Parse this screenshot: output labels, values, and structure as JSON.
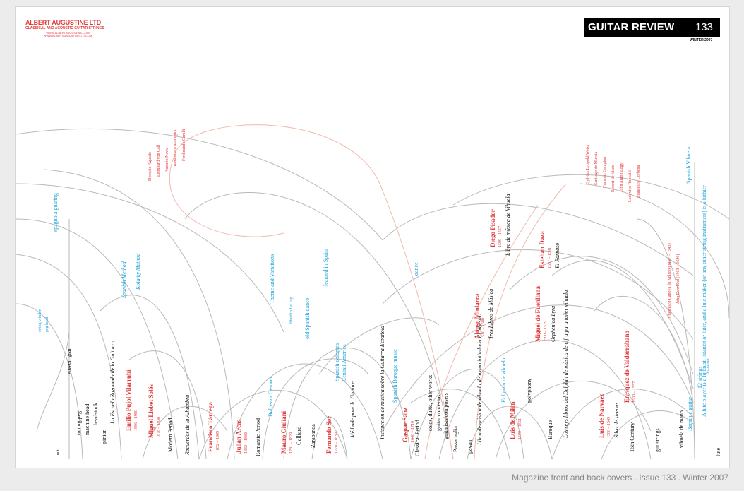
{
  "brand": {
    "name": "ALBERT AUGUSTINE LTD",
    "tagline": "CLASSICAL AND ACOUSTIC GUITAR STRINGS",
    "url1": "WWW.ALBERTAUGUSTINE.COM",
    "url2": "WWW.ALBERTAUGUSTINELTD.COM"
  },
  "masthead": {
    "title": "GUITAR REVIEW",
    "issue_number": "133",
    "date": "WINTER 2007"
  },
  "caption": "Magazine front and back covers . Issue 133 . Winter 2007",
  "labels_left": [
    {
      "text": "Ferdinando Carulli",
      "cls": "red sm"
    },
    {
      "text": "Wenceslaus Matiegka",
      "cls": "red sm"
    },
    {
      "text": "Antonio Nava",
      "cls": "red sm"
    },
    {
      "text": "Leonhard von Call",
      "cls": "red sm"
    },
    {
      "text": "Dionisio Aguado",
      "cls": "red sm"
    },
    {
      "text": "spagnola guaring",
      "cls": "blue md"
    },
    {
      "text": "Spanish Method",
      "cls": "blue md it"
    },
    {
      "text": "Kolatky Method",
      "cls": "blue md it"
    },
    {
      "text": "string winder",
      "cls": "blue sm"
    },
    {
      "text": "peg head",
      "cls": "blue sm"
    },
    {
      "text": "woven gear",
      "cls": "blk md"
    },
    {
      "text": "La Escuela Razonada de la Guitarra",
      "cls": "blk md it"
    },
    {
      "text": "Emilio Pujol Vilarrubí",
      "cls": "red lg"
    },
    {
      "text": "1886 – 1980",
      "cls": "red sm"
    },
    {
      "text": "Miguel Llobet Solés",
      "cls": "red lg"
    },
    {
      "text": "1878 – 1938",
      "cls": "red sm"
    },
    {
      "text": "Modern Period",
      "cls": "blk md"
    },
    {
      "text": "Recuerdos de la Alhambra",
      "cls": "blk md it"
    },
    {
      "text": "Francisco Tárrega",
      "cls": "red lg"
    },
    {
      "text": "1852 – 1909",
      "cls": "red sm"
    },
    {
      "text": "Julián Arcas",
      "cls": "red lg"
    },
    {
      "text": "1832 – 1882",
      "cls": "red sm"
    },
    {
      "text": "Romantic Period",
      "cls": "blk md"
    },
    {
      "text": "Theme and Variations",
      "cls": "blue md"
    },
    {
      "text": "Dolcezza Geuwer",
      "cls": "blue md"
    },
    {
      "text": "Mauro Giuliani",
      "cls": "red lg"
    },
    {
      "text": "1781 – 1829",
      "cls": "red sm"
    },
    {
      "text": "fitted to flat top",
      "cls": "blue sm"
    },
    {
      "text": "Galliard",
      "cls": "blk md"
    },
    {
      "text": "Zarabanda",
      "cls": "blk md"
    },
    {
      "text": "Fernando Sor",
      "cls": "red lg"
    },
    {
      "text": "1778 – 1839",
      "cls": "red sm"
    },
    {
      "text": "Méthode pour la Guitare",
      "cls": "blk md it"
    },
    {
      "text": "learned in Spain",
      "cls": "blue md"
    },
    {
      "text": "old Spanish dance",
      "cls": "blue md"
    },
    {
      "text": "Spanish colonies",
      "cls": "blue md"
    },
    {
      "text": "Central America",
      "cls": "blue md"
    },
    {
      "text": "machine head",
      "cls": "blk md"
    },
    {
      "text": "tuning peg",
      "cls": "blk md"
    },
    {
      "text": "headstock",
      "cls": "blk md"
    },
    {
      "text": "pinion",
      "cls": "blk md"
    },
    {
      "text": "nut",
      "cls": "blk sm"
    }
  ],
  "labels_right": [
    {
      "text": "Spanish Vihuela",
      "cls": "blue md"
    },
    {
      "text": "A lute player is a lutenist, lutanist or luter, and a lute maker (or any other string instrument) is a luthier",
      "cls": "blue md"
    },
    {
      "text": "Diego Pisador",
      "cls": "red lg"
    },
    {
      "text": "1509 – 1557",
      "cls": "red sm"
    },
    {
      "text": "Libro de música de Vihuela",
      "cls": "blk md it"
    },
    {
      "text": "Esteban Daza",
      "cls": "red lg"
    },
    {
      "text": "1537 – 1591",
      "cls": "red sm"
    },
    {
      "text": "El Parnaso",
      "cls": "blk md it"
    },
    {
      "text": "Libro de música de vihuela de mano intitulado El maestro",
      "cls": "blk md it"
    },
    {
      "text": "Alonso Mudarra",
      "cls": "red lg"
    },
    {
      "text": "1510 – 1580",
      "cls": "red sm"
    },
    {
      "text": "Tres Libros de Música",
      "cls": "blk md it"
    },
    {
      "text": "Miguel de Fuenllana",
      "cls": "red lg"
    },
    {
      "text": "1500 – 1579",
      "cls": "red sm"
    },
    {
      "text": "Orphénica Lyra",
      "cls": "blk md it"
    },
    {
      "text": "Luis de Milán",
      "cls": "red lg"
    },
    {
      "text": "1500 – 1561",
      "cls": "red sm"
    },
    {
      "text": "El fresco de vihuela",
      "cls": "blue md it"
    },
    {
      "text": "polyphony",
      "cls": "blk md"
    },
    {
      "text": "Baroque",
      "cls": "blk md"
    },
    {
      "text": "Los seys libros del Delphín de música de cifra para tañer vihuela",
      "cls": "blk md it"
    },
    {
      "text": "Luis de Narváez",
      "cls": "red lg"
    },
    {
      "text": "1500 – 1549",
      "cls": "red sm"
    },
    {
      "text": "Silva de sirenas",
      "cls": "blk md it"
    },
    {
      "text": "Enríquez de Valderrábano",
      "cls": "red lg"
    },
    {
      "text": "1500 – 1557",
      "cls": "red sm"
    },
    {
      "text": "16th Century",
      "cls": "blk md"
    },
    {
      "text": "gut strings",
      "cls": "blk md"
    },
    {
      "text": "vihuela de mano",
      "cls": "blk md"
    },
    {
      "text": "Baroque guitar",
      "cls": "blue md"
    },
    {
      "text": "12 strings",
      "cls": "blue md"
    },
    {
      "text": "6 courses",
      "cls": "blue sm"
    },
    {
      "text": "lute",
      "cls": "blk md"
    },
    {
      "text": "Spanish Baroque music",
      "cls": "blue md"
    },
    {
      "text": "Instrucción de música sobre la Guitarra Española",
      "cls": "blk md it"
    },
    {
      "text": "Gaspar Sanz",
      "cls": "red lg"
    },
    {
      "text": "1640 – 1710",
      "cls": "red sm"
    },
    {
      "text": "Classical Period",
      "cls": "blk md"
    },
    {
      "text": "guitar concertos",
      "cls": "blk md"
    },
    {
      "text": "solos, duets, other works",
      "cls": "blk md"
    },
    {
      "text": "guitarists/composers",
      "cls": "blk md"
    },
    {
      "text": "Passacaglia",
      "cls": "blk md"
    },
    {
      "text": "pavan",
      "cls": "blk md"
    },
    {
      "text": "Francesco Corbetta",
      "cls": "red sm"
    },
    {
      "text": "Ludovico Roncalli",
      "cls": "red sm"
    },
    {
      "text": "John Anton Logy",
      "cls": "red sm"
    },
    {
      "text": "Robert de Visée",
      "cls": "red sm"
    },
    {
      "text": "François Campion",
      "cls": "red sm"
    },
    {
      "text": "Santiago de Murcia",
      "cls": "red sm"
    },
    {
      "text": "Sylvius Leopold Weiss",
      "cls": "red sm"
    },
    {
      "text": "Francesco Canova da Milano (1497 – 1543)",
      "cls": "red sm"
    },
    {
      "text": "John Dowland (1563 – 1626)",
      "cls": "red sm"
    },
    {
      "text": "dance",
      "cls": "blue md"
    }
  ]
}
